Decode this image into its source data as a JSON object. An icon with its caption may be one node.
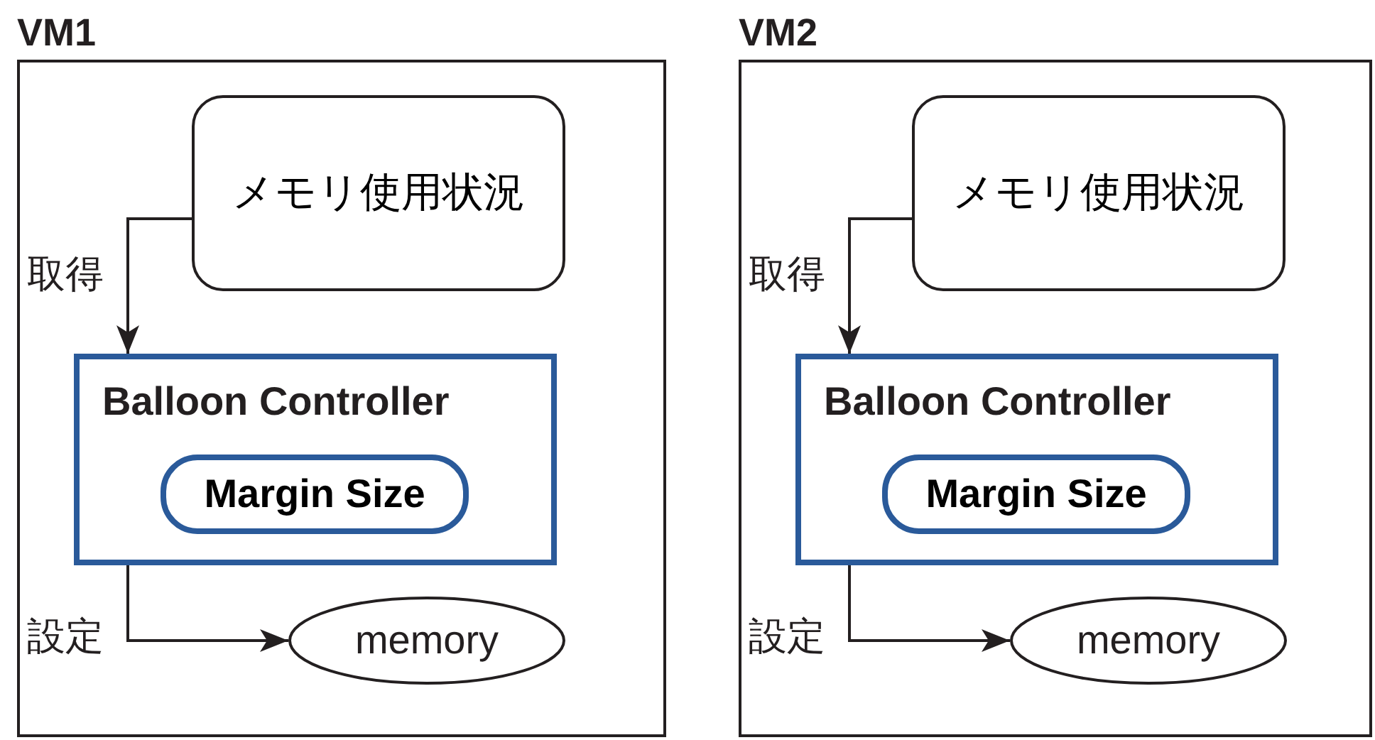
{
  "diagram": {
    "nodes": [
      {
        "text": [
          "VM1"
        ]
      },
      {
        "text": [
          "メモリ使用状況"
        ],
        "in": 0
      },
      {
        "text": [
          "Balloon Controller"
        ],
        "in": 0
      },
      {
        "text": [
          "Margin Size"
        ],
        "in": 2
      },
      {
        "text": [
          "memory"
        ],
        "in": 0
      },
      {
        "text": [
          "VM2"
        ]
      },
      {
        "text": [
          "メモリ使用状況"
        ],
        "in": 5
      },
      {
        "text": [
          "Balloon Controller"
        ],
        "in": 5
      },
      {
        "text": [
          "Margin Size"
        ],
        "in": 7
      },
      {
        "text": [
          "memory"
        ],
        "in": 5
      }
    ],
    "edges": [
      {
        "from": 1,
        "to": 2,
        "arrow": "to",
        "label": "取得"
      },
      {
        "from": 2,
        "to": 4,
        "arrow": "to",
        "label": "設定"
      },
      {
        "from": 6,
        "to": 7,
        "arrow": "to",
        "label": "取得"
      },
      {
        "from": 7,
        "to": 9,
        "arrow": "to",
        "label": "設定"
      }
    ]
  }
}
